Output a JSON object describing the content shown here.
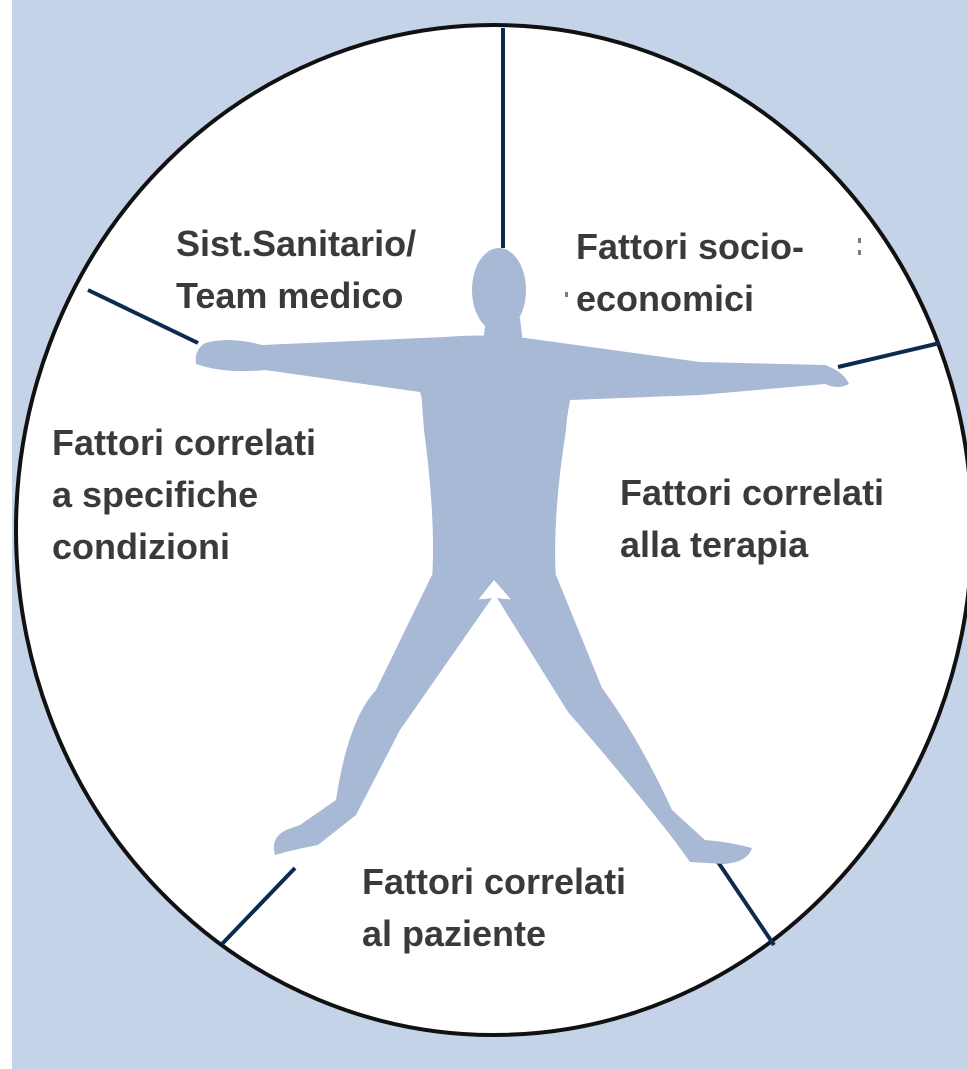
{
  "colors": {
    "background": "#c5d3e9",
    "circle_fill": "#ffffff",
    "circle_stroke": "#111111",
    "divider": "#0b2c4f",
    "figure": "#a8b9d5",
    "text": "#3a3a3a"
  },
  "figure_icon": "human-figure-icon",
  "segments": [
    {
      "id": "health-system",
      "lines": [
        "Sist.Sanitario/",
        "Team medico"
      ]
    },
    {
      "id": "socioeconomic",
      "lines": [
        "Fattori socio-",
        "economici"
      ]
    },
    {
      "id": "condition",
      "lines": [
        "Fattori correlati",
        "a specifiche",
        "condizioni"
      ]
    },
    {
      "id": "therapy",
      "lines": [
        "Fattori  correlati",
        "alla terapia"
      ]
    },
    {
      "id": "patient",
      "lines": [
        "Fattori  correlati",
        "al paziente"
      ]
    }
  ]
}
